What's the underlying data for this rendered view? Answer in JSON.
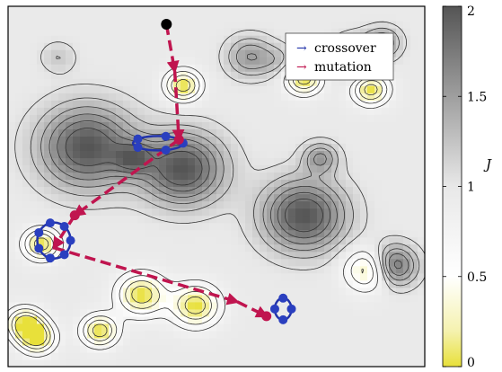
{
  "chart_data": {
    "type": "contour",
    "colorbar": {
      "label": "J",
      "ticks": [
        "0",
        "0.5",
        "1",
        "1.5",
        "2"
      ],
      "tick_values": [
        0,
        0.5,
        1,
        1.5,
        2
      ],
      "range": [
        0,
        2
      ],
      "low_color": "#e8e03a",
      "mid_color": "#f0f0f0",
      "high_color": "#555555"
    },
    "legend": [
      {
        "label": "crossover",
        "color": "#2233aa"
      },
      {
        "label": "mutation",
        "color": "#c0154f"
      }
    ],
    "wells": [
      {
        "x": 0.19,
        "y": 0.61,
        "v": 2.0,
        "s": 0.08
      },
      {
        "x": 0.42,
        "y": 0.55,
        "v": 2.0,
        "s": 0.07
      },
      {
        "x": 0.71,
        "y": 0.42,
        "v": 2.0,
        "s": 0.07
      },
      {
        "x": 0.92,
        "y": 0.28,
        "v": 2.0,
        "s": 0.04
      },
      {
        "x": 0.12,
        "y": 0.86,
        "v": 1.2,
        "s": 0.03
      },
      {
        "x": 0.58,
        "y": 0.86,
        "v": 1.5,
        "s": 0.04
      },
      {
        "x": 0.83,
        "y": 0.86,
        "v": 1.5,
        "s": 0.04
      },
      {
        "x": 0.75,
        "y": 0.58,
        "v": 1.5,
        "s": 0.03
      },
      {
        "x": 0.65,
        "y": 0.85,
        "v": 1.2,
        "s": 0.03
      },
      {
        "x": 0.3,
        "y": 0.58,
        "v": 1.5,
        "s": 0.03
      },
      {
        "x": 0.9,
        "y": 0.9,
        "v": 1.5,
        "s": 0.03
      },
      {
        "x": 0.07,
        "y": 0.08,
        "v": 0.0,
        "s": 0.03
      },
      {
        "x": 0.22,
        "y": 0.1,
        "v": 0.0,
        "s": 0.03
      },
      {
        "x": 0.45,
        "y": 0.17,
        "v": 0.0,
        "s": 0.04
      },
      {
        "x": 0.42,
        "y": 0.78,
        "v": 0.0,
        "s": 0.03
      },
      {
        "x": 0.71,
        "y": 0.8,
        "v": 0.0,
        "s": 0.03
      },
      {
        "x": 0.87,
        "y": 0.77,
        "v": 0.0,
        "s": 0.03
      },
      {
        "x": 0.87,
        "y": 0.27,
        "v": 0.0,
        "s": 0.04
      },
      {
        "x": 0.04,
        "y": 0.12,
        "v": 0.0,
        "s": 0.03
      },
      {
        "x": 0.08,
        "y": 0.34,
        "v": 0.0,
        "s": 0.03
      },
      {
        "x": 0.32,
        "y": 0.2,
        "v": 0.0,
        "s": 0.04
      }
    ],
    "mutation_path": [
      {
        "x": 0.38,
        "y": 0.95
      },
      {
        "x": 0.4,
        "y": 0.82
      },
      {
        "x": 0.41,
        "y": 0.63
      },
      {
        "x": 0.16,
        "y": 0.42
      },
      {
        "x": 0.11,
        "y": 0.33
      },
      {
        "x": 0.55,
        "y": 0.18
      },
      {
        "x": 0.62,
        "y": 0.14
      }
    ],
    "crossover_loops": [
      {
        "cx": 0.36,
        "cy": 0.62,
        "rx": 0.06,
        "ry": 0.02,
        "n": 5
      },
      {
        "cx": 0.11,
        "cy": 0.35,
        "rx": 0.04,
        "ry": 0.05,
        "n": 7
      },
      {
        "cx": 0.66,
        "cy": 0.16,
        "rx": 0.02,
        "ry": 0.03,
        "n": 4
      }
    ],
    "start_point": {
      "x": 0.38,
      "y": 0.95
    }
  }
}
